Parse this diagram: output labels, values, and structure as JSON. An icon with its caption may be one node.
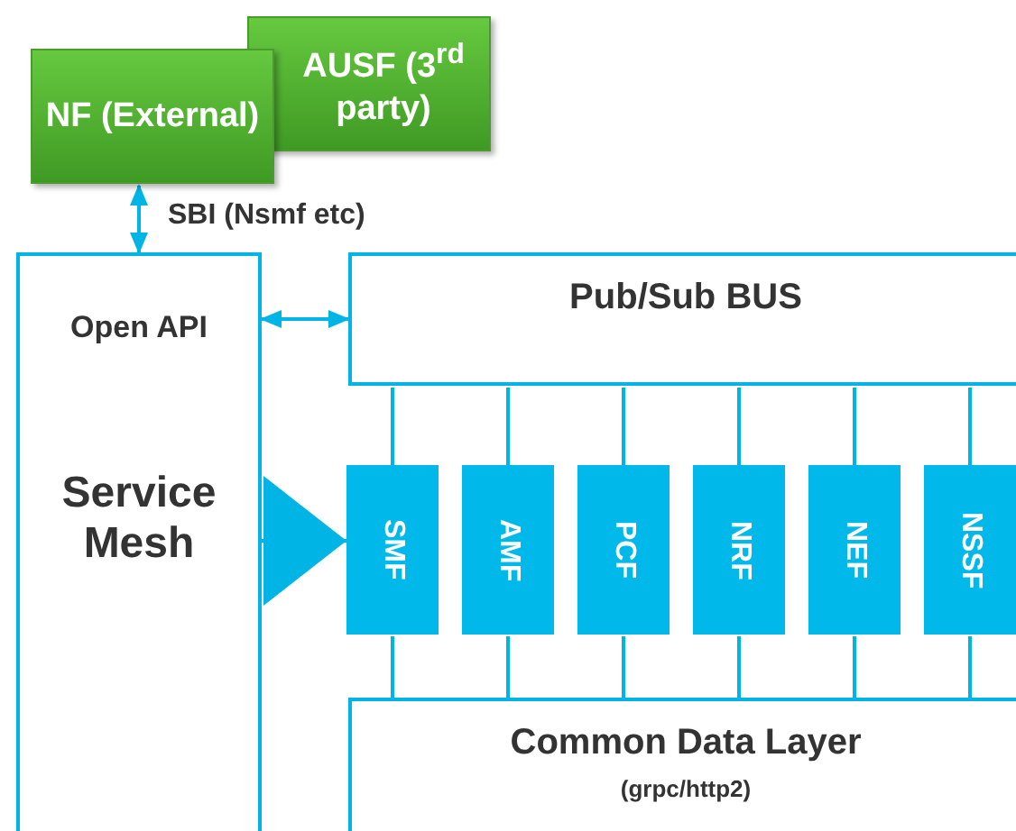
{
  "diagram": {
    "nodes": [
      {
        "text": [
          "AUSF (3$^{rd}$ party)"
        ]
      },
      {
        "text": [
          "NF (External)"
        ]
      },
      {
        "text": [
          "Open API",
          "Service Mesh"
        ]
      },
      {
        "text": [
          "Pub/Sub BUS"
        ]
      },
      {
        "text": [
          "SMF"
        ]
      },
      {
        "text": [
          "AMF"
        ]
      },
      {
        "text": [
          "PCF"
        ]
      },
      {
        "text": [
          "NRF"
        ]
      },
      {
        "text": [
          "NEF"
        ]
      },
      {
        "text": [
          "NSSF"
        ]
      },
      {
        "text": [
          "Common Data Layer",
          "(grpc/http2)"
        ]
      }
    ],
    "edges": [
      {
        "from": 1,
        "to": 2,
        "arrow": "both",
        "label": "SBI (Nsmf etc)"
      },
      {
        "from": 2,
        "to": 3,
        "arrow": "both"
      },
      {
        "from": 2,
        "to": 4,
        "arrow": "to"
      },
      {
        "from": 3,
        "to": 4,
        "arrow": "none"
      },
      {
        "from": 3,
        "to": 5,
        "arrow": "none"
      },
      {
        "from": 3,
        "to": 6,
        "arrow": "none"
      },
      {
        "from": 3,
        "to": 7,
        "arrow": "none"
      },
      {
        "from": 3,
        "to": 8,
        "arrow": "none"
      },
      {
        "from": 3,
        "to": 9,
        "arrow": "none"
      },
      {
        "from": 4,
        "to": 10,
        "arrow": "none"
      },
      {
        "from": 5,
        "to": 10,
        "arrow": "none"
      },
      {
        "from": 6,
        "to": 10,
        "arrow": "none"
      },
      {
        "from": 7,
        "to": 10,
        "arrow": "none"
      },
      {
        "from": 8,
        "to": 10,
        "arrow": "none"
      },
      {
        "from": 9,
        "to": 10,
        "arrow": "none"
      }
    ]
  }
}
